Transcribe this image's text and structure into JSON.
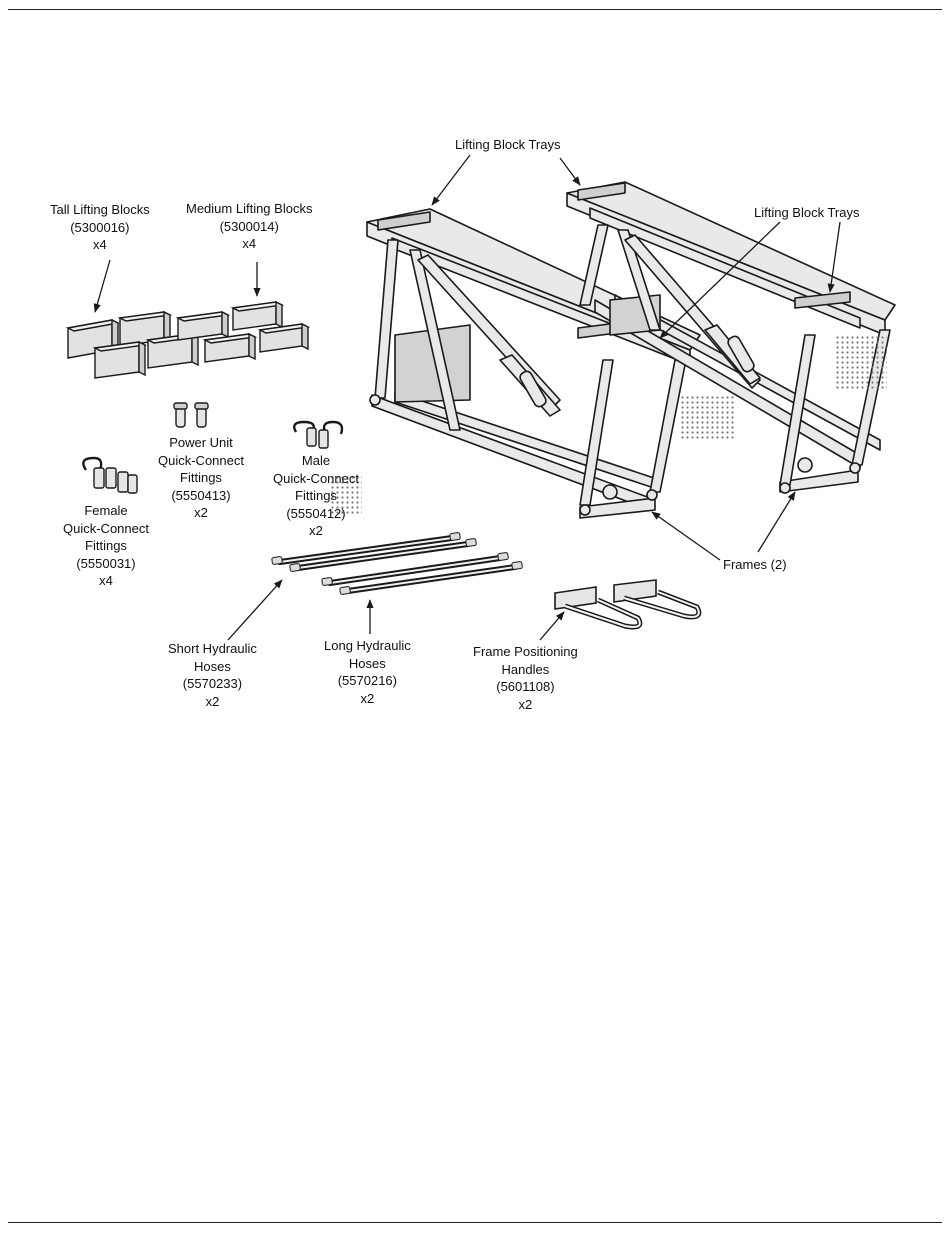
{
  "labels": {
    "lifting_block_trays_1": [
      "Lifting Block Trays"
    ],
    "lifting_block_trays_2": [
      "Lifting Block Trays"
    ],
    "tall_lifting_blocks": [
      "Tall Lifting Blocks",
      "(5300016)",
      "x4"
    ],
    "medium_lifting_blocks": [
      "Medium Lifting Blocks",
      "(5300014)",
      "x4"
    ],
    "power_unit_fittings": [
      "Power Unit",
      "Quick-Connect",
      "Fittings",
      "(5550413)",
      "x2"
    ],
    "male_fittings": [
      "Male",
      "Quick-Connect",
      "Fittings",
      "(5550412)",
      "x2"
    ],
    "female_fittings": [
      "Female",
      "Quick-Connect",
      "Fittings",
      "(5550031)",
      "x4"
    ],
    "frames": [
      "Frames (2)"
    ],
    "short_hoses": [
      "Short Hydraulic",
      "Hoses",
      "(5570233)",
      "x2"
    ],
    "long_hoses": [
      "Long Hydraulic",
      "Hoses",
      "(5570216)",
      "x2"
    ],
    "frame_handles": [
      "Frame Positioning",
      "Handles",
      "(5601108)",
      "x2"
    ]
  },
  "colors": {
    "line": "#1a1a1a",
    "frame_fill": "#e9e9e9",
    "frame_shade": "#d2d2d2",
    "block_fill": "#e2e2e2"
  }
}
